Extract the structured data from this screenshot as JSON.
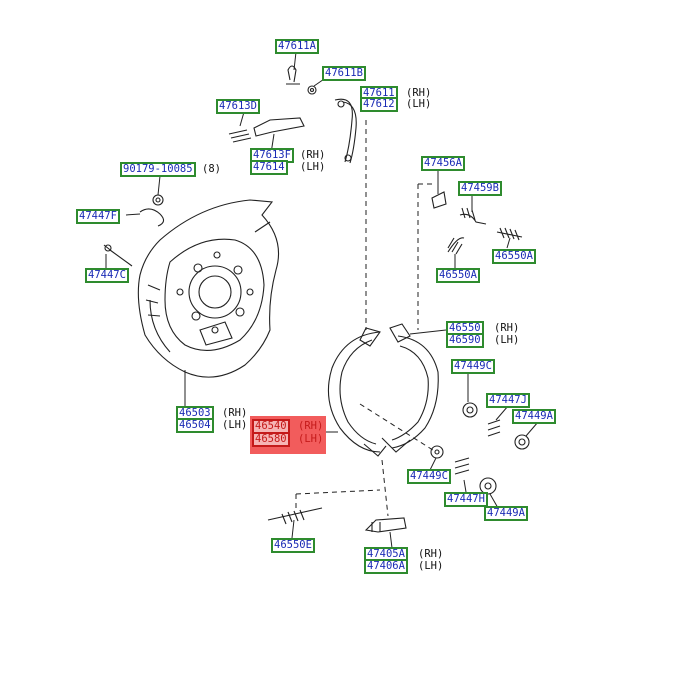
{
  "diagram": {
    "selected_part": {
      "codes": [
        "46540",
        "46580"
      ],
      "sides": [
        "(RH)",
        "(LH)"
      ],
      "highlight_color": "#f25c5c"
    },
    "colors": {
      "label_text": "#1a2bb5",
      "label_border": "#2e8b2e",
      "selected_text": "#c41a1a"
    }
  },
  "parts": {
    "p47611A": "47611A",
    "p47611B": "47611B",
    "p47611": "47611",
    "p47612": "47612",
    "p47613D": "47613D",
    "p47613F": "47613F",
    "p47614": "47614",
    "p90179": "90179-10085",
    "p47447F": "47447F",
    "p47447C": "47447C",
    "p47456A": "47456A",
    "p47459B": "47459B",
    "p46550A_left": "46550A",
    "p46550A_right": "46550A",
    "p46550": "46550",
    "p46590": "46590",
    "p47449C_top": "47449C",
    "p47447J": "47447J",
    "p47449A_top": "47449A",
    "p46503": "46503",
    "p46504": "46504",
    "p46540": "46540",
    "p46580": "46580",
    "p47449C_bottom": "47449C",
    "p47447H": "47447H",
    "p47449A_bottom": "47449A",
    "p46550E": "46550E",
    "p47405A": "47405A",
    "p47406A": "47406A"
  },
  "suffixes": {
    "rh": "(RH)",
    "lh": "(LH)",
    "qty8": "(8)"
  }
}
